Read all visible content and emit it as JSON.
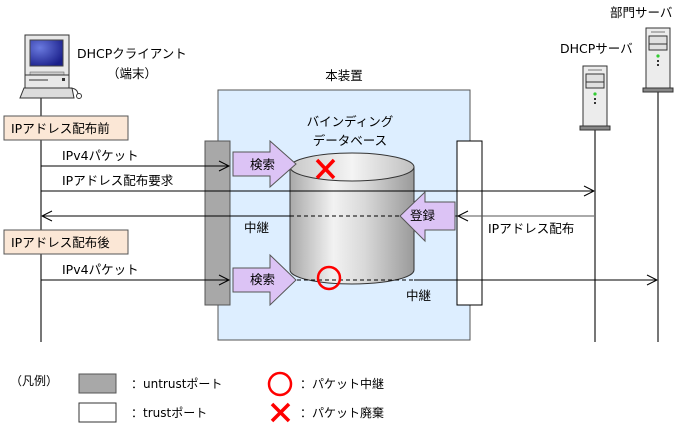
{
  "nodes": {
    "client": {
      "label": "DHCPクライアント",
      "sublabel": "（端末）"
    },
    "dhcp_server": {
      "label": "DHCPサーバ"
    },
    "dept_server": {
      "label": "部門サーバ"
    },
    "device": {
      "label": "本装置"
    },
    "database": {
      "label_line1": "バインディング",
      "label_line2": "データベース"
    }
  },
  "phases": {
    "before": "IPアドレス配布前",
    "after": "IPアドレス配布後"
  },
  "messages": {
    "ipv4_packet_1": "IPv4パケット",
    "ip_request": "IPアドレス配布要求",
    "relay_1": "中継",
    "ip_distribution": "IPアドレス配布",
    "ipv4_packet_2": "IPv4パケット",
    "relay_2": "中継"
  },
  "actions": {
    "search_1": "検索",
    "register": "登録",
    "search_2": "検索"
  },
  "legend": {
    "title": "（凡例）",
    "untrust": "：untrustポート",
    "trust": "：trustポート",
    "relay": "：パケット中継",
    "discard": "：パケット廃棄"
  },
  "colors": {
    "device_bg": "#ddeeff",
    "untrust_port": "#a8a8a8",
    "trust_port": "#ffffff",
    "phase_bg": "#fbe7d6",
    "action_arrow": "#dcc3f5",
    "mark_red": "#ff0000"
  }
}
